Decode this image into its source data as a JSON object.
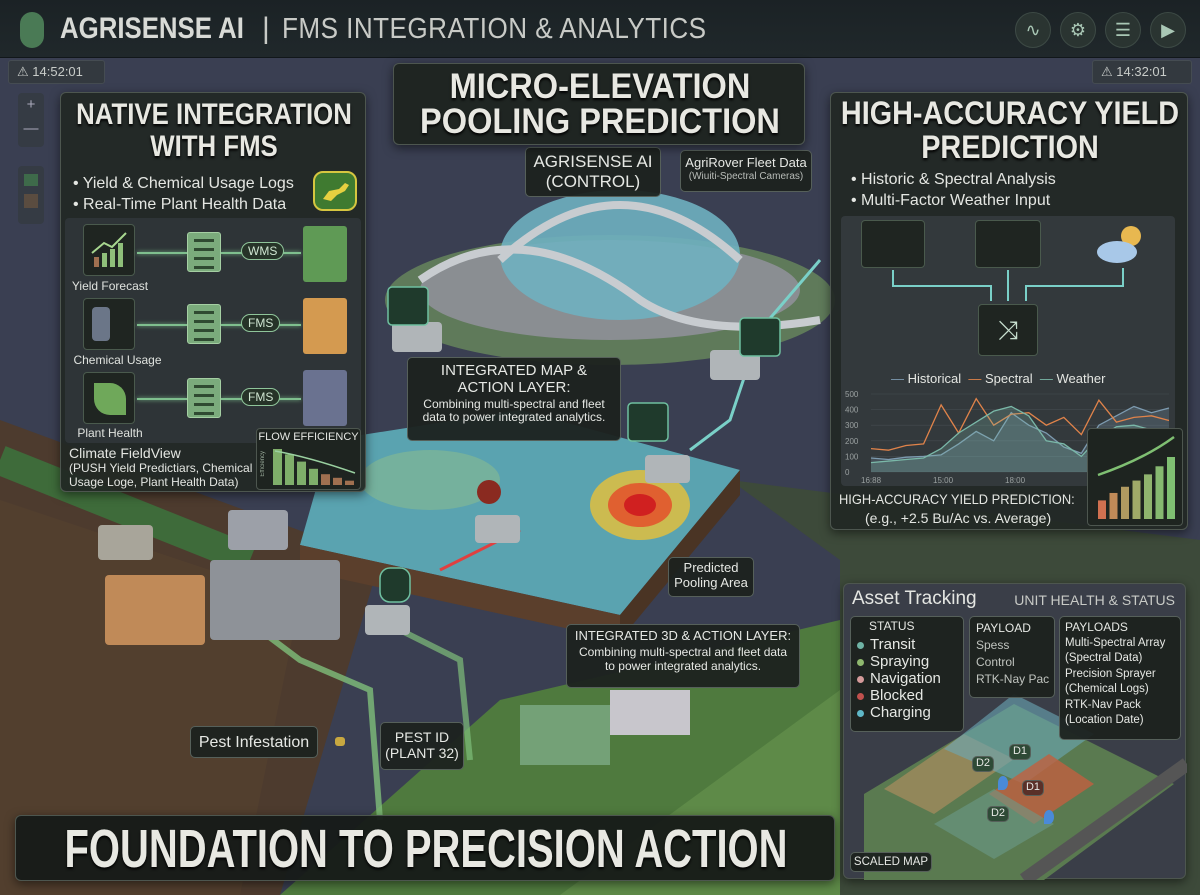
{
  "header": {
    "brand": "AGRISENSE AI",
    "separator": "|",
    "title": "FMS INTEGRATION & ANALYTICS",
    "icons": [
      "pulse-icon",
      "gear-icon",
      "sliders-icon",
      "play-icon"
    ]
  },
  "clock_left": "14:52:01",
  "clock_right": "14:32:01",
  "map_controls": {
    "zoom_in": "+",
    "zoom_out": "—"
  },
  "left_panel": {
    "title": "NATIVE INTEGRATION WITH FMS",
    "bullets": [
      "• Yield & Chemical Usage Logs",
      "• Real-Time Plant Health Data"
    ],
    "sources": [
      {
        "label": "Yield Forecast",
        "tag": "WMS"
      },
      {
        "label": "Chemical Usage",
        "tag": "FMS"
      },
      {
        "label": "Plant Health",
        "tag": "FMS"
      }
    ],
    "footer_title": "Climate FieldView",
    "footer_text": "(PUSH Yield Predictiars, Chemical Usage Loge, Plant Health Data)",
    "flow_efficiency": {
      "title": "FLOW EFFICIENCY",
      "axis_label": "Efficiency",
      "values": [
        100,
        85,
        65,
        45,
        30,
        20,
        12
      ]
    }
  },
  "center": {
    "title": "MICRO-ELEVATION POOLING PREDICTION",
    "control_callout": "AGRISENSE AI (CONTROL)",
    "fleet_callout": {
      "title": "AgriRover Fleet Data",
      "subtitle": "(Wiuiti-Spectral Cameras)"
    },
    "map_layer": {
      "title": "INTEGRATED MAP & ACTION LAYER:",
      "text": "Combining multi-spectral and fleet data to power integrated analytics."
    },
    "pooling": "Predicted Pooling Area",
    "layer_3d": {
      "title": "INTEGRATED 3D & ACTION LAYER:",
      "text": "Combining multi-spectral and fleet data to power integrated analytics."
    },
    "pest_infestation": "Pest Infestation",
    "pest_id": "PEST ID (PLANT 32)",
    "bottom_title": "FOUNDATION TO PRECISION ACTION"
  },
  "right_panel": {
    "title": "HIGH-ACCURACY YIELD PREDICTION",
    "bullets": [
      "• Historic & Spectral Analysis",
      "• Multi-Factor Weather Input"
    ],
    "caption": "HIGH-ACCURACY YIELD PREDICTION:",
    "caption_sub": "(e.g., +2.5 Bu/Ac vs. Average)",
    "colors": {
      "Historical": "#7d9bb0",
      "Spectral": "#e0834a",
      "Weather": "#7ab8a8"
    }
  },
  "chart_data": {
    "type": "line",
    "ylim": [
      0,
      500
    ],
    "y_ticks": [
      "500",
      "400",
      "300",
      "200",
      "100",
      "0"
    ],
    "x_ticks": [
      "16:88",
      "15:00",
      "18:00"
    ],
    "series": [
      {
        "name": "Historical",
        "values": [
          90,
          80,
          95,
          100,
          110,
          180,
          260,
          200,
          380,
          300,
          250,
          160,
          120,
          300,
          360,
          420,
          380,
          410
        ]
      },
      {
        "name": "Spectral",
        "values": [
          150,
          140,
          170,
          180,
          430,
          250,
          470,
          300,
          370,
          380,
          300,
          350,
          240,
          460,
          320,
          350,
          360,
          330
        ]
      },
      {
        "name": "Weather",
        "values": [
          60,
          70,
          80,
          90,
          150,
          250,
          320,
          390,
          420,
          360,
          200,
          180,
          100,
          220,
          290,
          300,
          270,
          250
        ]
      }
    ]
  },
  "growth_chart": {
    "values": [
      30,
      42,
      52,
      62,
      72,
      85,
      100
    ]
  },
  "asset_tracking": {
    "title": "Asset Tracking",
    "subtitle": "UNIT HEALTH & STATUS",
    "status": {
      "header": "STATUS",
      "items": [
        {
          "label": "Transit",
          "color": "#6fb3a5"
        },
        {
          "label": "Spraying",
          "color": "#8fb86e"
        },
        {
          "label": "Navigation",
          "color": "#d49a9a"
        },
        {
          "label": "Blocked",
          "color": "#c0504d"
        },
        {
          "label": "Charging",
          "color": "#5fb8c8"
        }
      ]
    },
    "payload": {
      "header": "PAYLOAD",
      "items": [
        "Spess",
        "Control",
        "RTK-Nay Pac"
      ]
    },
    "payloads": {
      "header": "PAYLOADS",
      "items": [
        "Multi-Spectral Array",
        "(Spectral Data)",
        "Precision Sprayer",
        "(Chemical Logs)",
        "RTK-Nav Pack",
        "(Location Date)"
      ]
    },
    "zones": [
      "D1",
      "D2",
      "D1",
      "D2"
    ],
    "map_label": "SCALED MAP"
  }
}
